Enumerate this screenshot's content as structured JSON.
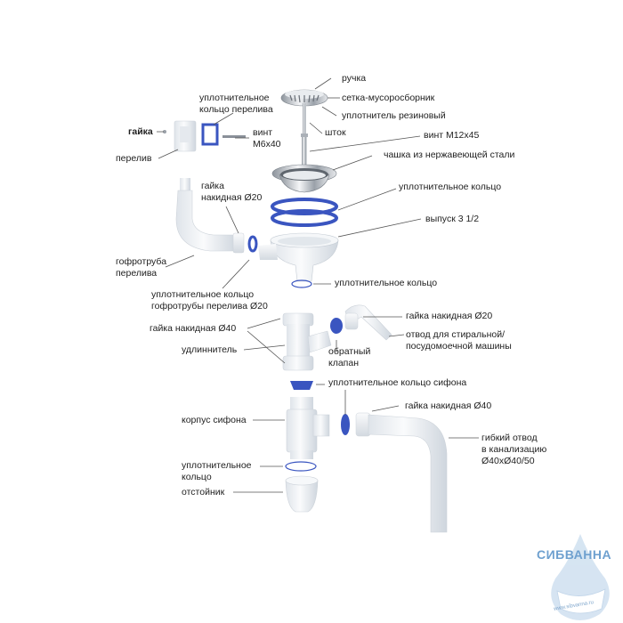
{
  "diagram": {
    "title": "Сифон для мойки — схема сборки",
    "colors": {
      "plastic": "#eef1f4",
      "plastic_shade": "#d5dbe2",
      "seal": "#3a55c0",
      "steel": "#c7ccd2",
      "leader": "#555555",
      "text": "#1e1e1e"
    },
    "labels": {
      "handle": "ручка",
      "strainer": "сетка-мусоросборник",
      "rubber_seal": "уплотнитель резиновый",
      "overflow_ring_seal": "уплотнительное\nкольцо перелива",
      "nut": "гайка",
      "screw_m6": "винт\nМ6х40",
      "rod": "шток",
      "overflow": "перелив",
      "screw_m12": "винт М12х45",
      "steel_cup": "чашка из нержавеющей стали",
      "union_nut_20_top": "гайка\nнакидная Ø20",
      "ring_seal_1": "уплотнительное кольцо",
      "outlet": "выпуск 3 1/2",
      "overflow_hose": "гофротруба\nперелива",
      "ring_seal_2": "уплотнительное кольцо",
      "overflow_hose_seal": "уплотнительное кольцо\nгофротрубы перелива Ø20",
      "union_nut_20": "гайка накидная Ø20",
      "union_nut_40_left": "гайка накидная Ø40",
      "washer_branch": "отвод для стиральной/\nпосудомоечной машины",
      "extender": "удлиннитель",
      "check_valve": "обратный\nклапан",
      "siphon_ring_seal": "уплотнительное кольцо сифона",
      "union_nut_40_right": "гайка накидная Ø40",
      "siphon_body": "корпус сифона",
      "flex_outlet": "гибкий отвод\nв канализацию\nØ40хØ40/50",
      "ring_seal_3": "уплотнительное\nкольцо",
      "sump": "отстойник"
    },
    "watermark": {
      "brand": "СИБВАННА",
      "url": "www.sibvanna.ru"
    }
  }
}
